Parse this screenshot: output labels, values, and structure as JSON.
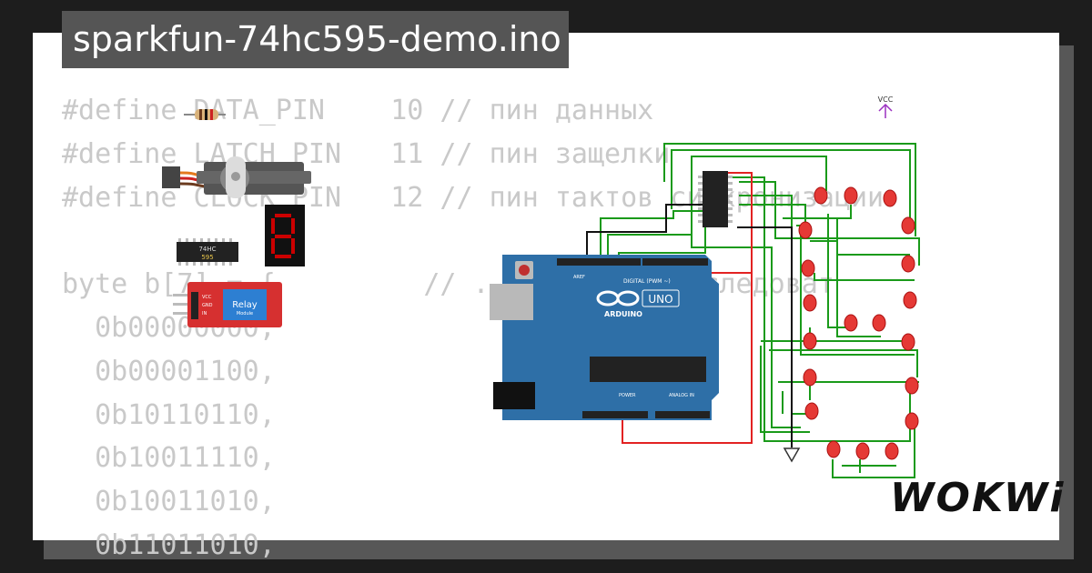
{
  "title": "sparkfun-74hc595-demo.ino",
  "code_lines": [
    "#define DATA_PIN    10 // пин данных",
    "#define LATCH_PIN   11 // пин защелки",
    "#define CLOCK_PIN   12 // пин тактов синхронизации",
    "",
    "byte b[7] = {         // ...ый будут последоват",
    "  0b00000000,",
    "  0b00001100,",
    "  0b10110110,",
    "  0b10011110,",
    "  0b10011010,",
    "  0b11011010,"
  ],
  "components": {
    "chip_label_line1": "74HC",
    "chip_label_line2": "595",
    "relay_label": "Relay",
    "relay_sub": "Module",
    "relay_pins": [
      "VCC",
      "GND",
      "IN"
    ],
    "seg_digit": "8",
    "vcc_label": "VCC",
    "arduino_brand": "ARDUINO",
    "arduino_model": "UNO",
    "digital_label": "DIGITAL (PWM ~)",
    "analog_label": "ANALOG IN",
    "power_label": "POWER",
    "aref_label": "AREF",
    "gnd_label": "GND"
  },
  "brand": "WOKWi",
  "colors": {
    "background": "#1d1d1d",
    "card": "#ffffff",
    "title_bg": "#555555",
    "code_text": "#c9c9c9",
    "wire_green": "#1a9a1a",
    "wire_red": "#e22222",
    "wire_black": "#111111",
    "led_red": "#e53935",
    "arduino_blue": "#2e6fa7",
    "relay_red": "#d63030",
    "vcc_purple": "#9b30c0"
  }
}
